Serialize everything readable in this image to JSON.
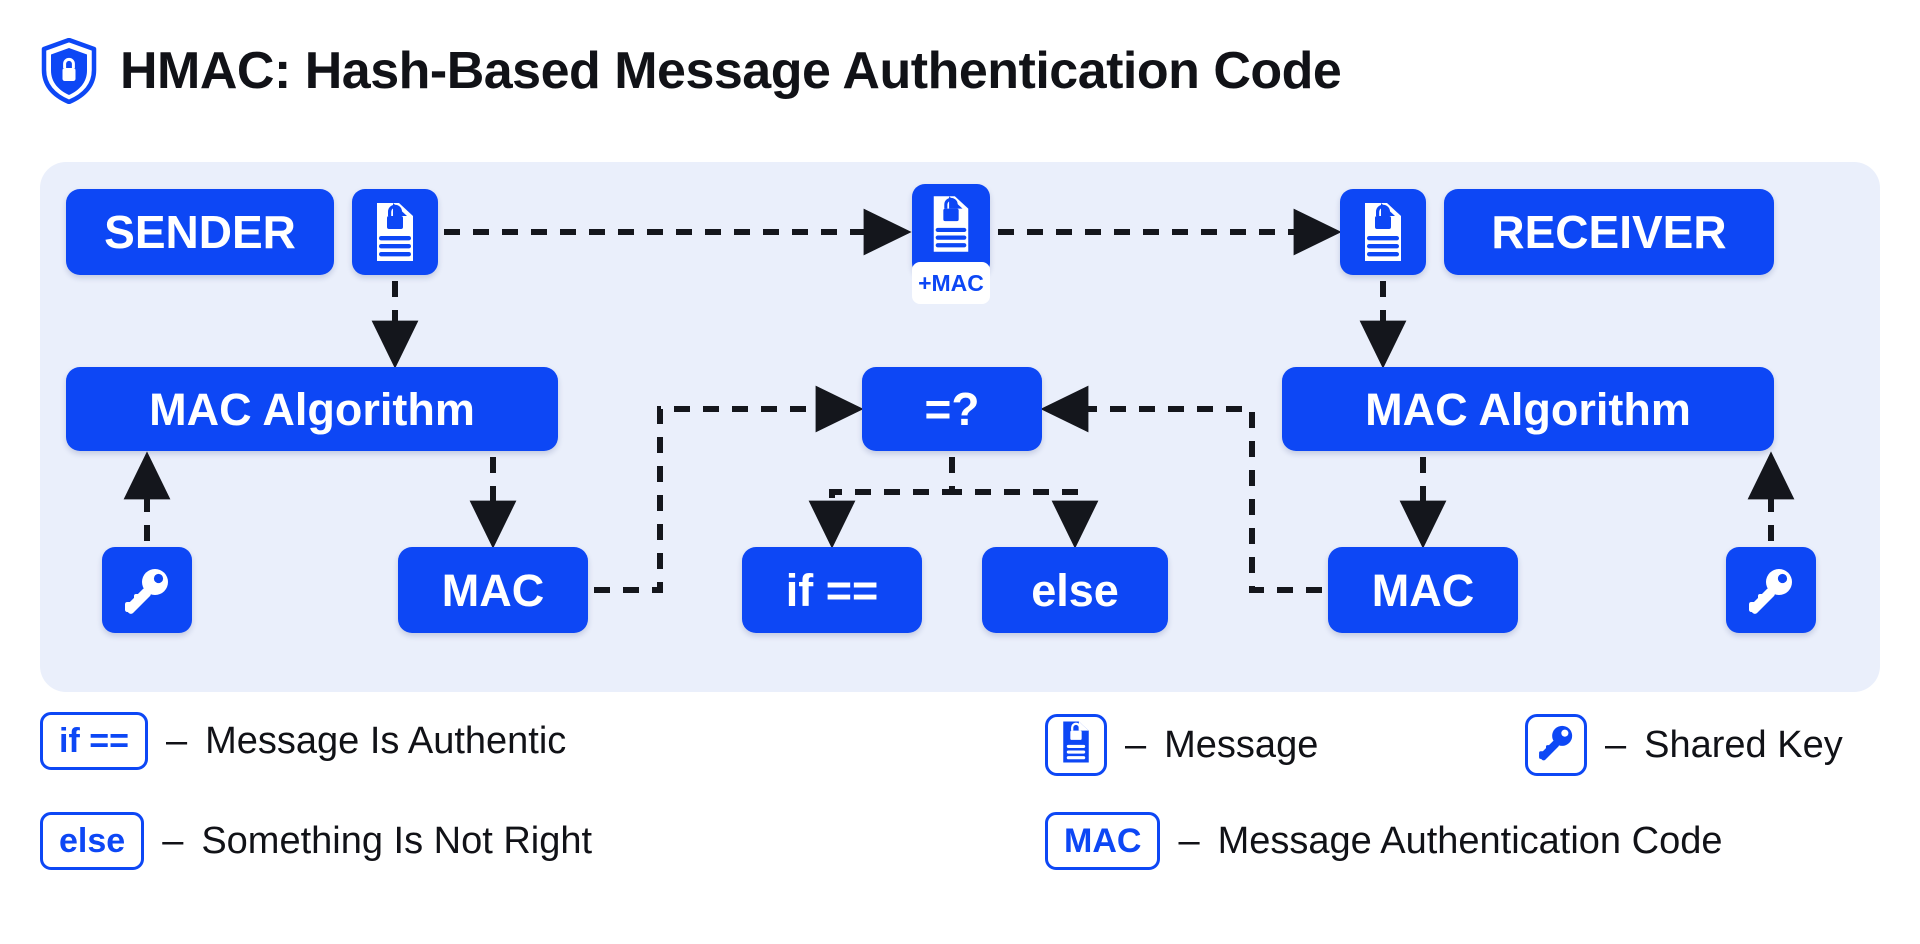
{
  "header": {
    "title": "HMAC: Hash-Based Message Authentication Code",
    "icon": "shield-lock-icon"
  },
  "colors": {
    "brand_blue": "#0d47f5",
    "panel_background": "#eaeffb",
    "page_background": "#ffffff",
    "text_dark": "#111217",
    "connector": "#14161c"
  },
  "diagram": {
    "nodes": {
      "sender": "SENDER",
      "receiver": "RECEIVER",
      "message_sender_icon": "message-document-icon",
      "message_transit_icon": "message-document-icon",
      "message_transit_badge": "+MAC",
      "message_receiver_icon": "message-document-icon",
      "mac_algorithm_left": "MAC Algorithm",
      "mac_algorithm_right": "MAC Algorithm",
      "compare": "=?",
      "key_left_icon": "shared-key-icon",
      "key_right_icon": "shared-key-icon",
      "mac_left": "MAC",
      "mac_right": "MAC",
      "branch_true": "if ==",
      "branch_false": "else"
    },
    "connectors": [
      {
        "from": "message_sender_icon",
        "to": "message_transit_icon",
        "style": "dashed-arrow"
      },
      {
        "from": "message_transit_icon",
        "to": "message_receiver_icon",
        "style": "dashed-arrow"
      },
      {
        "from": "message_sender_icon",
        "to": "mac_algorithm_left",
        "style": "dashed-arrow"
      },
      {
        "from": "key_left_icon",
        "to": "mac_algorithm_left",
        "style": "dashed-arrow"
      },
      {
        "from": "mac_algorithm_left",
        "to": "mac_left",
        "style": "dashed-arrow"
      },
      {
        "from": "mac_left",
        "to": "compare",
        "style": "dashed-arrow"
      },
      {
        "from": "message_receiver_icon",
        "to": "mac_algorithm_right",
        "style": "dashed-arrow"
      },
      {
        "from": "key_right_icon",
        "to": "mac_algorithm_right",
        "style": "dashed-arrow"
      },
      {
        "from": "mac_algorithm_right",
        "to": "mac_right",
        "style": "dashed-arrow"
      },
      {
        "from": "mac_right",
        "to": "compare",
        "style": "dashed-arrow"
      },
      {
        "from": "compare",
        "to": "branch_true",
        "style": "dashed-arrow"
      },
      {
        "from": "compare",
        "to": "branch_false",
        "style": "dashed-arrow"
      }
    ]
  },
  "legend": {
    "dash": "–",
    "items": [
      {
        "chip": "if ==",
        "chip_type": "text",
        "description": "Message Is Authentic"
      },
      {
        "chip": "else",
        "chip_type": "text",
        "description": "Something Is Not Right"
      },
      {
        "chip": "message-document-icon",
        "chip_type": "icon",
        "description": "Message"
      },
      {
        "chip": "MAC",
        "chip_type": "text",
        "description": "Message Authentication Code"
      },
      {
        "chip": "shared-key-icon",
        "chip_type": "icon",
        "description": "Shared Key"
      }
    ]
  }
}
